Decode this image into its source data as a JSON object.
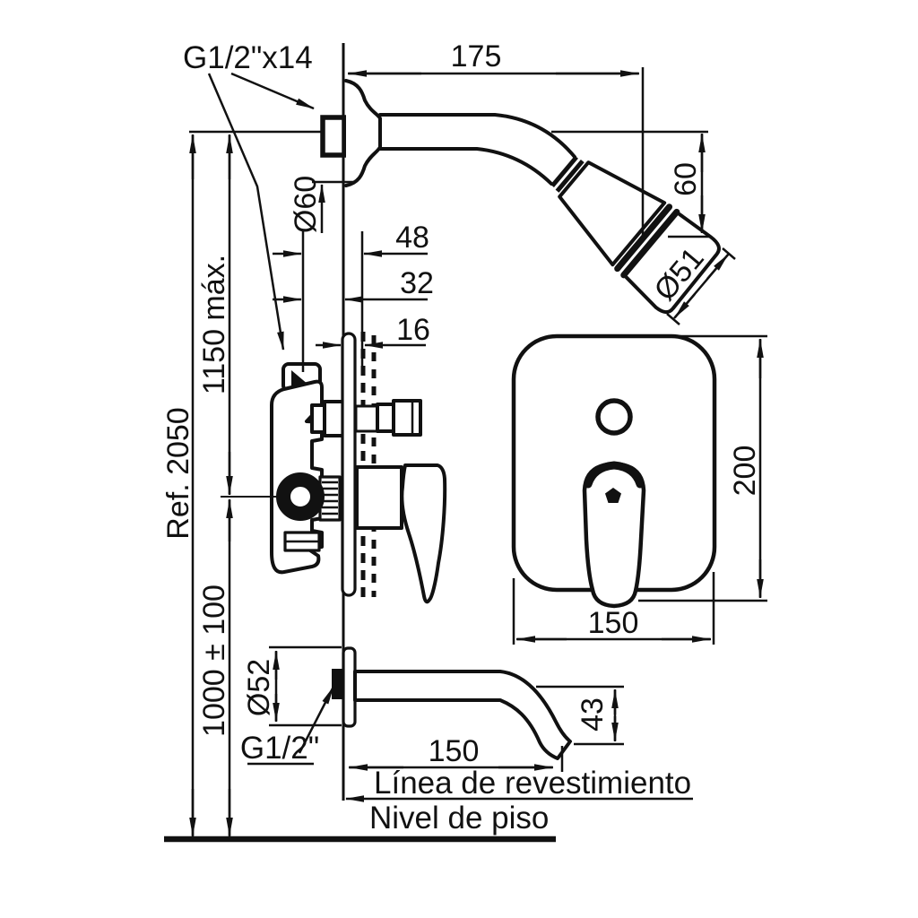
{
  "labels": {
    "thread_spec_top": "G1/2\"x14",
    "thread_spec_spout": "G1/2\"",
    "ref_code": "Ref. 2050",
    "coating_line": "Línea de revestimiento",
    "floor_level": "Nivel de piso"
  },
  "dimensions": {
    "arm_length": "175",
    "head_height": "60",
    "head_face_diameter": "Ø51",
    "arm_escutcheon_diameter": "Ø60",
    "depth_to_finished_wall": "48",
    "depth_to_rough_wall": "32",
    "wall_finish_thickness": "16",
    "shower_max_height": "1150 máx.",
    "valve_center_height": "1000 ± 100",
    "plate_height": "200",
    "plate_width": "150",
    "spout_escutcheon_diameter": "Ø52",
    "spout_length": "150",
    "spout_drop": "43"
  },
  "colors": {
    "ink": "#111111",
    "background": "#ffffff"
  }
}
